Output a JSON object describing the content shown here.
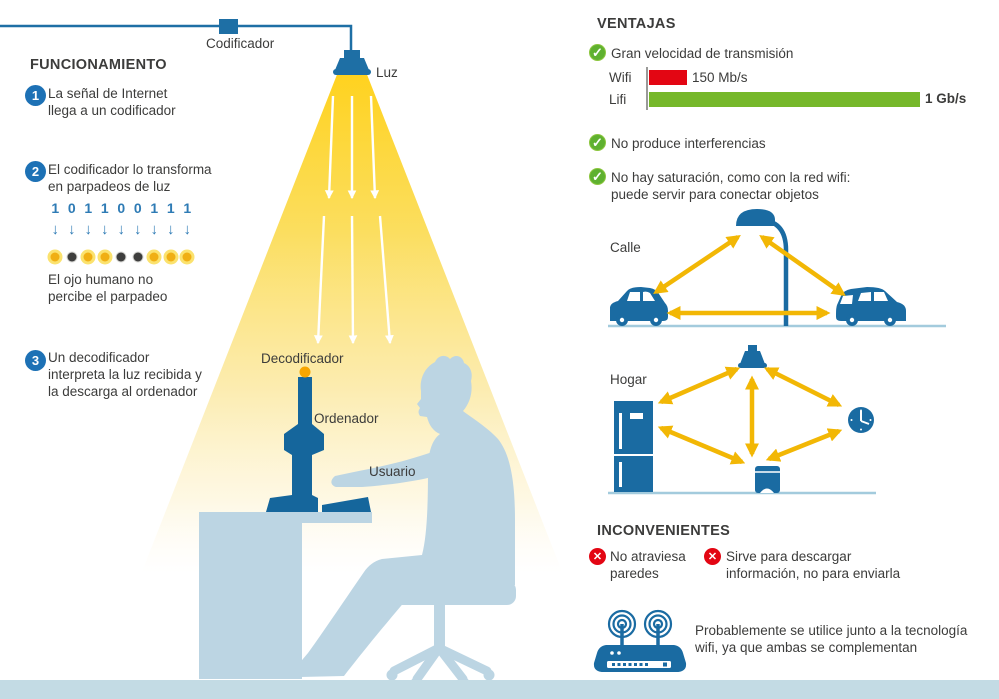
{
  "colors": {
    "scene_blue": "#16699F",
    "badge_blue": "#1D71B5",
    "digit_blue": "#2E7BB5",
    "silhouette_blue": "#BCD5E3",
    "footer_blue": "#C3DBE4",
    "cone_yellow": "#FFD21E",
    "arrow_yellow": "#F2B705",
    "check_green": "#5FB130",
    "cross_red": "#E30613",
    "bar_red": "#E30613",
    "bar_green": "#76B82A",
    "text_gray": "#3C3C3B"
  },
  "funcionamiento": {
    "title": "FUNCIONAMIENTO",
    "steps": [
      {
        "num": "1",
        "text": "La señal de Internet\nllega a un codificador"
      },
      {
        "num": "2",
        "text": "El codificador lo transforma\nen parpadeos de luz"
      },
      {
        "num": "3",
        "text": "Un decodificador\ninterpreta la luz recibida y\nla descarga al ordenador"
      }
    ],
    "bits": [
      1,
      0,
      1,
      1,
      0,
      0,
      1,
      1,
      1
    ],
    "eye_note": "El ojo humano no\npercibe el parpadeo"
  },
  "scene": {
    "codificador": "Codificador",
    "luz": "Luz",
    "decodificador": "Decodificador",
    "ordenador": "Ordenador",
    "usuario": "Usuario"
  },
  "ventajas": {
    "title": "VENTAJAS",
    "item1": "Gran velocidad de transmisión",
    "item2": "No produce interferencias",
    "item3": "No hay saturación, como con la red wifi:\npuede servir para conectar objetos",
    "calle_label": "Calle",
    "hogar_label": "Hogar"
  },
  "chart_data": {
    "type": "bar",
    "categories": [
      "Wifi",
      "Lifi"
    ],
    "values_mbps": [
      150,
      1000
    ],
    "value_labels": [
      "150 Mb/s",
      "1 Gb/s"
    ],
    "colors": [
      "#E30613",
      "#76B82A"
    ],
    "title": "Gran velocidad de transmisión",
    "xlabel": "",
    "ylabel": "",
    "legend": false
  },
  "inconvenientes": {
    "title": "INCONVENIENTES",
    "item1": "No atraviesa\nparedes",
    "item2": "Sirve para descargar\ninformación, no para enviarla",
    "note": "Probablemente se utilice junto a la tecnología\nwifi, ya que ambas se complementan"
  }
}
